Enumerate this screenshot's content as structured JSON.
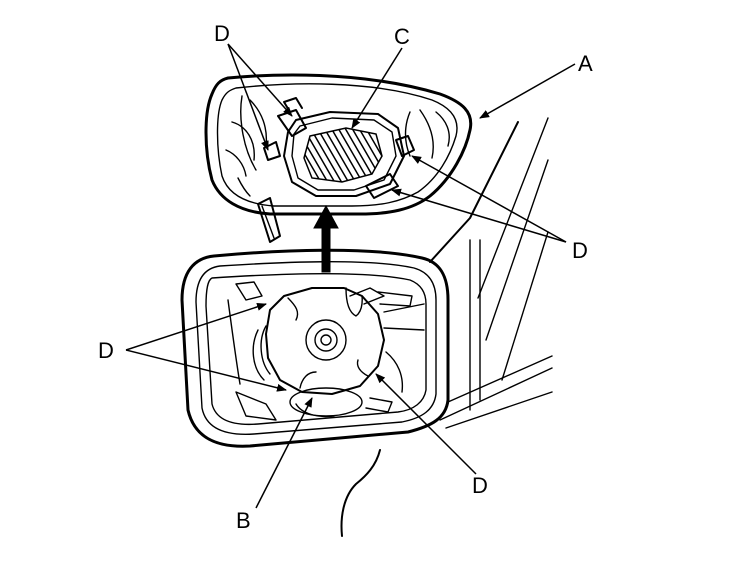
{
  "labels": {
    "a": "A",
    "b": "B",
    "c": "C",
    "d_top": "D",
    "d_right": "D",
    "d_left": "D",
    "d_bottom": "D"
  }
}
